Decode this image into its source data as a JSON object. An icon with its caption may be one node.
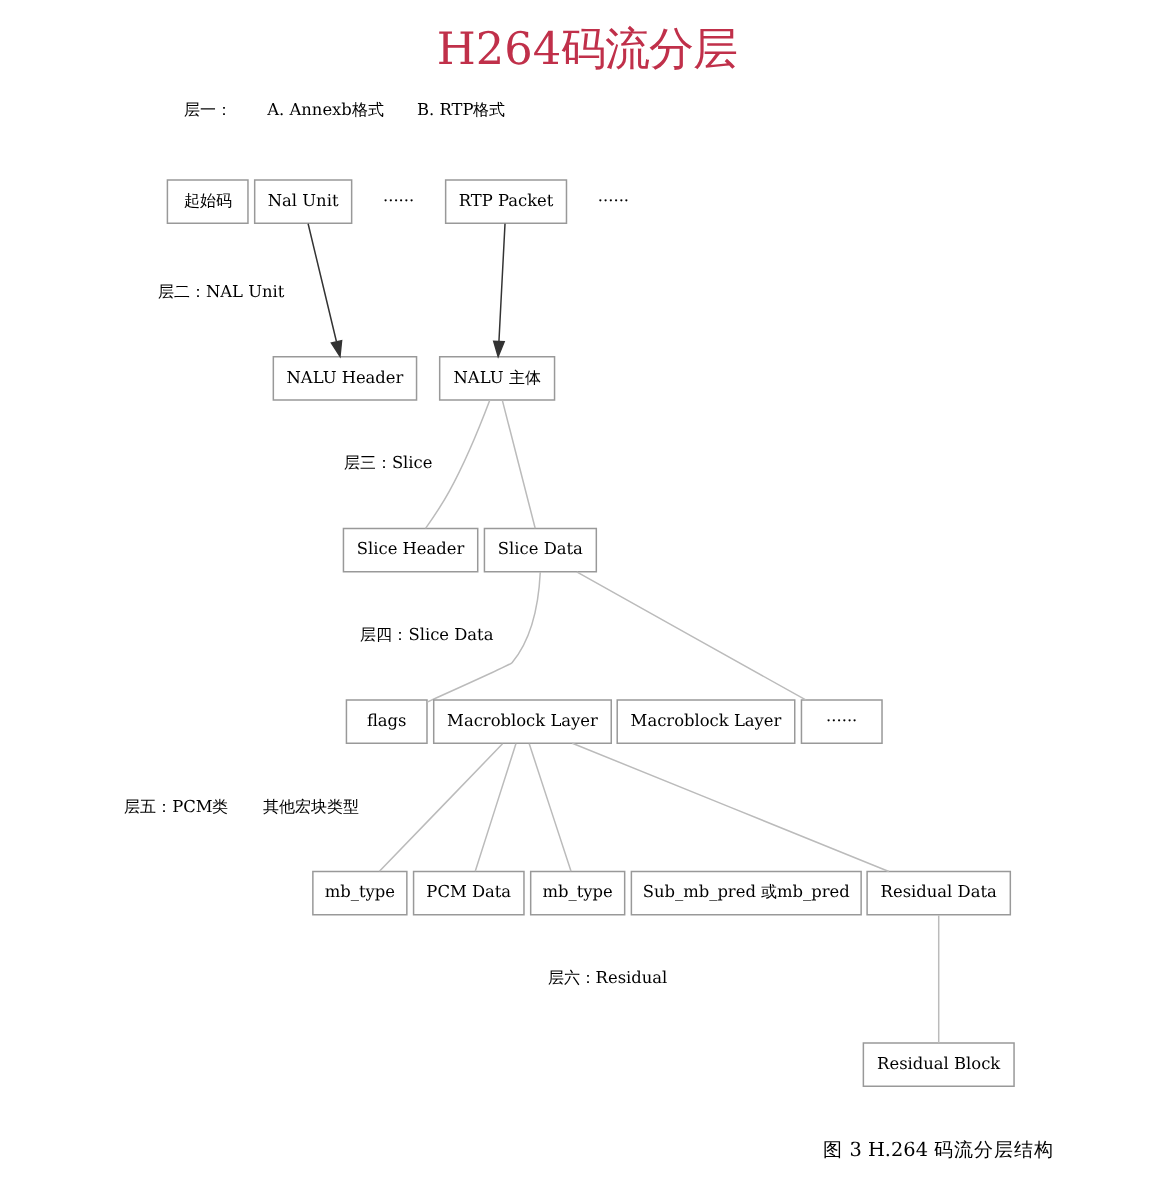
{
  "diagram": {
    "title": "H264码流分层",
    "caption": "图 3 H.264 码流分层结构",
    "nodes": [
      {
        "text": [
          "起始码"
        ]
      },
      {
        "text": [
          "Nal Unit"
        ]
      },
      {
        "text": [
          "RTP Packet"
        ]
      },
      {
        "text": [
          "NALU Header"
        ]
      },
      {
        "text": [
          "NALU 主体"
        ]
      },
      {
        "text": [
          "Slice Header"
        ]
      },
      {
        "text": [
          "Slice Data"
        ]
      },
      {
        "text": [
          "flags"
        ]
      },
      {
        "text": [
          "Macroblock Layer"
        ]
      },
      {
        "text": [
          "Macroblock Layer"
        ]
      },
      {
        "text": [
          "······"
        ]
      },
      {
        "text": [
          "mb_type"
        ]
      },
      {
        "text": [
          "PCM Data"
        ]
      },
      {
        "text": [
          "mb_type"
        ]
      },
      {
        "text": [
          "Sub_mb_pred 或mb_pred"
        ]
      },
      {
        "text": [
          "Residual Data"
        ]
      },
      {
        "text": [
          "Residual Block"
        ]
      }
    ],
    "edges": [
      {
        "from": 1,
        "to": 3,
        "arrow": "to",
        "color": "#333333"
      },
      {
        "from": 2,
        "to": 4,
        "arrow": "to",
        "color": "#333333"
      },
      {
        "from": 4,
        "to": 5,
        "arrow": "none"
      },
      {
        "from": 4,
        "to": 6,
        "arrow": "none"
      },
      {
        "from": 6,
        "to": 7,
        "arrow": "none"
      },
      {
        "from": 6,
        "to": 10,
        "arrow": "none"
      },
      {
        "from": 8,
        "to": 11,
        "arrow": "none"
      },
      {
        "from": 8,
        "to": 12,
        "arrow": "none"
      },
      {
        "from": 8,
        "to": 13,
        "arrow": "none"
      },
      {
        "from": 8,
        "to": 15,
        "arrow": "none"
      },
      {
        "from": 15,
        "to": 16,
        "arrow": "none"
      }
    ],
    "labels": [
      "层一：",
      "A. Annexb格式",
      "B. RTP格式",
      "······",
      "······",
      "层二：NAL Unit",
      "层三：Slice",
      "层四：Slice Data",
      "层五：PCM类",
      "其他宏块类型",
      "层六：Residual"
    ]
  }
}
